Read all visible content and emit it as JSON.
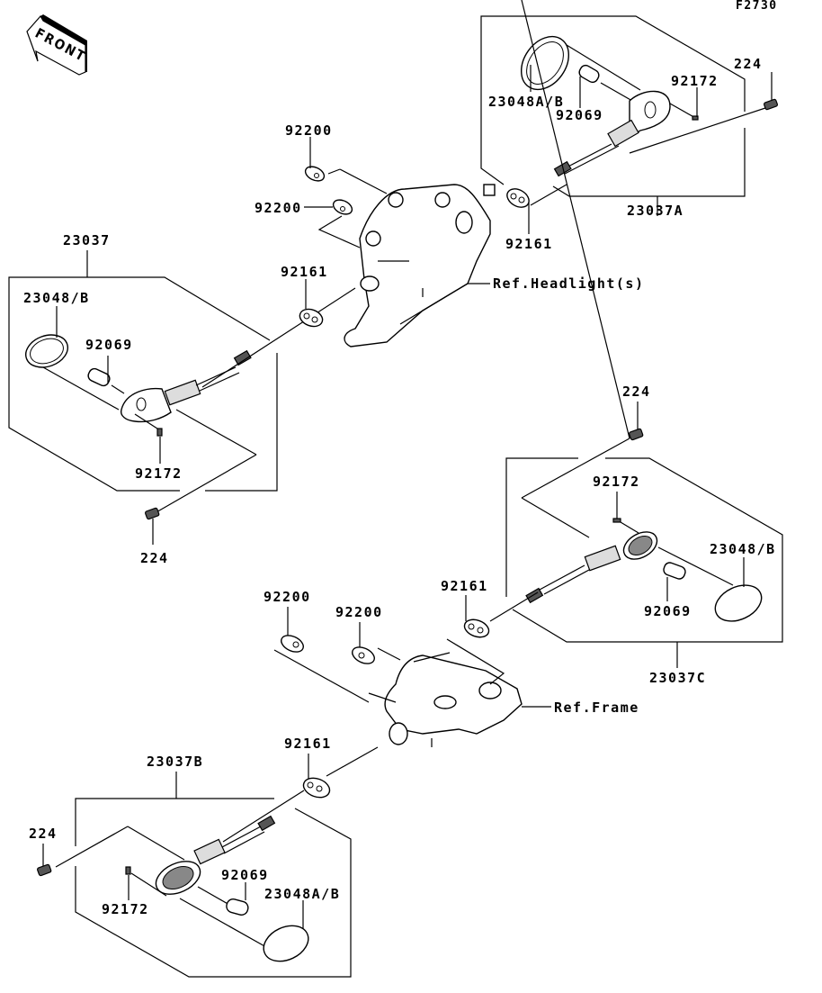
{
  "diagram": {
    "figure_code": "F2730",
    "front_indicator": "FRONT",
    "references": {
      "headlight": "Ref.Headlight(s)",
      "frame": "Ref.Frame"
    },
    "assemblies": {
      "front_right": {
        "assembly": "23037A",
        "lens": "23048A/B",
        "bulb": "92069",
        "screw": "92172",
        "bolt": "224",
        "grommet": "92161"
      },
      "front_left": {
        "assembly": "23037",
        "lens": "23048/B",
        "bulb": "92069",
        "screw": "92172",
        "bolt": "224",
        "grommet": "92161"
      },
      "rear_right": {
        "assembly": "23037C",
        "lens": "23048/B",
        "bulb": "92069",
        "screw": "92172",
        "bolt": "224",
        "grommet": "92161"
      },
      "rear_left": {
        "assembly": "23037B",
        "lens": "23048A/B",
        "bulb": "92069",
        "screw": "92172",
        "bolt": "224",
        "grommet": "92161"
      }
    },
    "front_bracket_parts": {
      "washer_upper": "92200",
      "washer_lower": "92200"
    },
    "rear_frame_parts": {
      "washer_left": "92200",
      "washer_right": "92200"
    }
  }
}
